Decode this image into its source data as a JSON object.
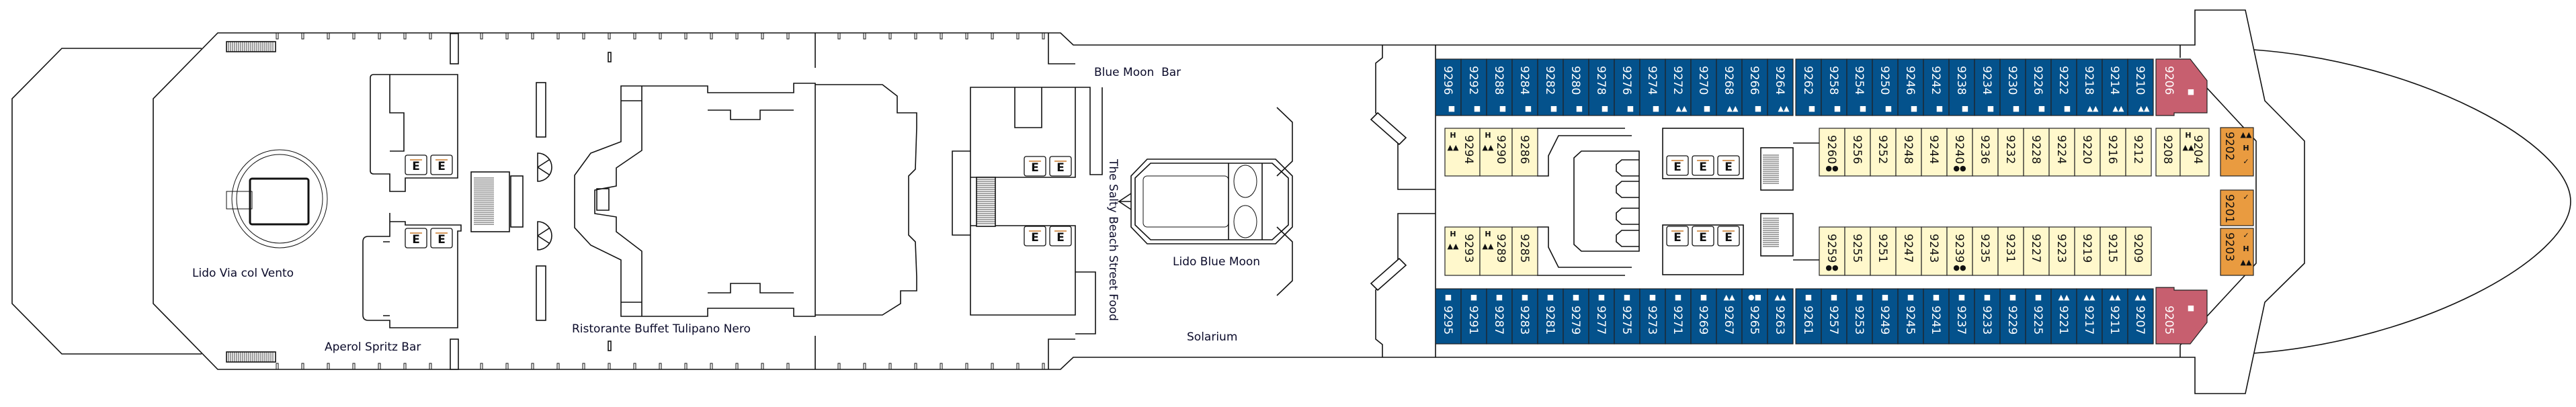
{
  "labels": {
    "lido_via_col_vento": "Lido Via col Vento",
    "aperol_spritz_bar": "Aperol Spritz Bar",
    "ristorante_buffet": "Ristorante Buffet Tulipano Nero",
    "blue_moon_bar": "Blue Moon  Bar",
    "salty_beach": "The Salty Beach Street Food",
    "lido_blue_moon": "Lido Blue Moon",
    "solarium": "Solarium",
    "elevator": "E"
  },
  "colors": {
    "outside": "#04528c",
    "inside": "#fff8cc",
    "suite": "#c75f6f",
    "balcony_forward": "#e99b40",
    "line": "#111111"
  },
  "symbols": {
    "square": "■",
    "connecting": "▲▲",
    "accessible": "●●",
    "dot_square": "●■",
    "H": "H",
    "check": "✓"
  },
  "cabins": {
    "top_outer": [
      {
        "no": "9296",
        "sym": [
          "square"
        ]
      },
      {
        "no": "9292",
        "sym": [
          "square"
        ]
      },
      {
        "no": "9288",
        "sym": [
          "square"
        ]
      },
      {
        "no": "9284",
        "sym": [
          "square"
        ]
      },
      {
        "no": "9282",
        "sym": [
          "square"
        ]
      },
      {
        "no": "9280",
        "sym": [
          "square"
        ]
      },
      {
        "no": "9278",
        "sym": [
          "square"
        ]
      },
      {
        "no": "9276",
        "sym": [
          "square"
        ]
      },
      {
        "no": "9274",
        "sym": [
          "square"
        ]
      },
      {
        "no": "9272",
        "sym": [
          "connecting"
        ]
      },
      {
        "no": "9270",
        "sym": [
          "square"
        ]
      },
      {
        "no": "9268",
        "sym": [
          "connecting"
        ]
      },
      {
        "no": "9266",
        "sym": [
          "square"
        ]
      },
      {
        "no": "9264",
        "sym": [
          "connecting"
        ]
      },
      {
        "no": "9262",
        "sym": [
          "square"
        ]
      },
      {
        "no": "9258",
        "sym": [
          "square"
        ]
      },
      {
        "no": "9254",
        "sym": [
          "square"
        ]
      },
      {
        "no": "9250",
        "sym": [
          "square"
        ]
      },
      {
        "no": "9246",
        "sym": [
          "square"
        ]
      },
      {
        "no": "9242",
        "sym": [
          "square"
        ]
      },
      {
        "no": "9238",
        "sym": [
          "square"
        ]
      },
      {
        "no": "9234",
        "sym": [
          "square"
        ]
      },
      {
        "no": "9230",
        "sym": [
          "square"
        ]
      },
      {
        "no": "9226",
        "sym": [
          "square"
        ]
      },
      {
        "no": "9222",
        "sym": [
          "square"
        ]
      },
      {
        "no": "9218",
        "sym": [
          "connecting"
        ]
      },
      {
        "no": "9214",
        "sym": [
          "connecting"
        ]
      },
      {
        "no": "9210",
        "sym": [
          "connecting"
        ]
      },
      {
        "no": "9206",
        "sym": [
          "square"
        ],
        "cat": "suite"
      }
    ],
    "bottom_outer": [
      {
        "no": "9295",
        "sym": [
          "square"
        ]
      },
      {
        "no": "9291",
        "sym": [
          "square"
        ]
      },
      {
        "no": "9287",
        "sym": [
          "square"
        ]
      },
      {
        "no": "9283",
        "sym": [
          "square"
        ]
      },
      {
        "no": "9281",
        "sym": [
          "square"
        ]
      },
      {
        "no": "9279",
        "sym": [
          "square"
        ]
      },
      {
        "no": "9277",
        "sym": [
          "square"
        ]
      },
      {
        "no": "9275",
        "sym": [
          "square"
        ]
      },
      {
        "no": "9273",
        "sym": [
          "square"
        ]
      },
      {
        "no": "9271",
        "sym": [
          "square"
        ]
      },
      {
        "no": "9269",
        "sym": [
          "square"
        ]
      },
      {
        "no": "9267",
        "sym": [
          "connecting"
        ]
      },
      {
        "no": "9265",
        "sym": [
          "dot_square"
        ]
      },
      {
        "no": "9263",
        "sym": [
          "connecting"
        ]
      },
      {
        "no": "9261",
        "sym": [
          "square"
        ]
      },
      {
        "no": "9257",
        "sym": [
          "square"
        ]
      },
      {
        "no": "9253",
        "sym": [
          "square"
        ]
      },
      {
        "no": "9249",
        "sym": [
          "square"
        ]
      },
      {
        "no": "9245",
        "sym": [
          "square"
        ]
      },
      {
        "no": "9241",
        "sym": [
          "square"
        ]
      },
      {
        "no": "9237",
        "sym": [
          "square"
        ]
      },
      {
        "no": "9233",
        "sym": [
          "square"
        ]
      },
      {
        "no": "9229",
        "sym": [
          "square"
        ]
      },
      {
        "no": "9225",
        "sym": [
          "square"
        ]
      },
      {
        "no": "9221",
        "sym": [
          "connecting"
        ]
      },
      {
        "no": "9217",
        "sym": [
          "connecting"
        ]
      },
      {
        "no": "9211",
        "sym": [
          "connecting"
        ]
      },
      {
        "no": "9207",
        "sym": [
          "connecting"
        ]
      },
      {
        "no": "9205",
        "sym": [
          "square"
        ],
        "cat": "suite"
      }
    ],
    "top_inner": [
      {
        "no": "9294",
        "sym": [
          "H",
          "connecting"
        ]
      },
      {
        "no": "9290",
        "sym": [
          "H",
          "connecting"
        ]
      },
      {
        "no": "9286",
        "sym": []
      },
      {
        "no": "9260",
        "sym": [
          "accessible"
        ]
      },
      {
        "no": "9256",
        "sym": []
      },
      {
        "no": "9252",
        "sym": []
      },
      {
        "no": "9248",
        "sym": []
      },
      {
        "no": "9244",
        "sym": []
      },
      {
        "no": "9240",
        "sym": [
          "accessible"
        ]
      },
      {
        "no": "9236",
        "sym": []
      },
      {
        "no": "9232",
        "sym": []
      },
      {
        "no": "9228",
        "sym": []
      },
      {
        "no": "9224",
        "sym": []
      },
      {
        "no": "9220",
        "sym": []
      },
      {
        "no": "9216",
        "sym": []
      },
      {
        "no": "9212",
        "sym": []
      },
      {
        "no": "9208",
        "sym": []
      },
      {
        "no": "9204",
        "sym": [
          "H",
          "connecting"
        ]
      }
    ],
    "bottom_inner": [
      {
        "no": "9293",
        "sym": [
          "H",
          "connecting"
        ]
      },
      {
        "no": "9289",
        "sym": [
          "H",
          "connecting"
        ]
      },
      {
        "no": "9285",
        "sym": []
      },
      {
        "no": "9259",
        "sym": [
          "accessible"
        ]
      },
      {
        "no": "9255",
        "sym": []
      },
      {
        "no": "9251",
        "sym": []
      },
      {
        "no": "9247",
        "sym": []
      },
      {
        "no": "9243",
        "sym": []
      },
      {
        "no": "9239",
        "sym": [
          "accessible"
        ]
      },
      {
        "no": "9235",
        "sym": []
      },
      {
        "no": "9231",
        "sym": []
      },
      {
        "no": "9227",
        "sym": []
      },
      {
        "no": "9223",
        "sym": []
      },
      {
        "no": "9219",
        "sym": []
      },
      {
        "no": "9215",
        "sym": []
      },
      {
        "no": "9209",
        "sym": []
      }
    ],
    "bow": [
      {
        "no": "9202",
        "sym": [
          "connecting",
          "H",
          "check"
        ]
      },
      {
        "no": "9201",
        "sym": [
          "check"
        ]
      },
      {
        "no": "9203",
        "sym": [
          "check",
          "H",
          "connecting"
        ]
      }
    ]
  }
}
